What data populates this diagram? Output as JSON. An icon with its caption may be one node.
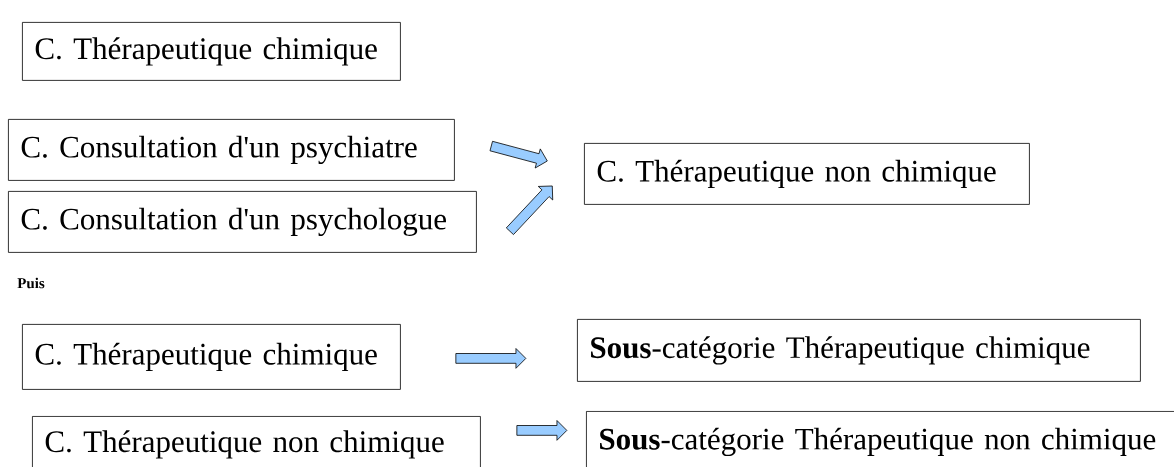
{
  "diagram": {
    "nodes": [
      {
        "text": [
          "C. Thérapeutique chimique"
        ]
      },
      {
        "text": [
          "C. Consultation d'un psychiatre"
        ]
      },
      {
        "text": [
          "C. Consultation d'un psychologue"
        ]
      },
      {
        "text": [
          "C. Thérapeutique non chimique"
        ]
      },
      {
        "text": [
          "C. Thérapeutique chimique"
        ]
      },
      {
        "text": [
          "**Sous**-catégorie Thérapeutique chimique"
        ]
      },
      {
        "text": [
          "C. Thérapeutique non chimique"
        ]
      },
      {
        "text": [
          "**Sous**-catégorie Thérapeutique non chimique"
        ]
      }
    ],
    "edges": [
      {
        "from": 1,
        "to": 3,
        "arrow": "to"
      },
      {
        "from": 2,
        "to": 3,
        "arrow": "to"
      },
      {
        "from": 4,
        "to": 5,
        "arrow": "to"
      },
      {
        "from": 6,
        "to": 7,
        "arrow": "to"
      }
    ],
    "labels": [
      "Puis"
    ]
  }
}
